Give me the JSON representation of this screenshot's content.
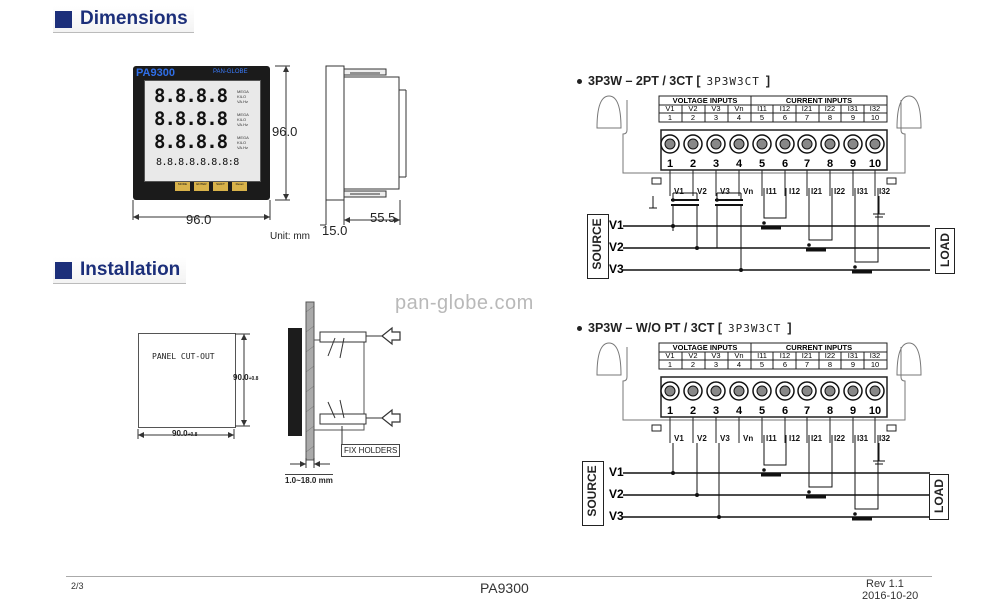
{
  "sections": {
    "dimensions": "Dimensions",
    "installation": "Installation"
  },
  "meter": {
    "model": "PA9300",
    "brand": "PAN-GLOBE",
    "digits": "8.8.8.8",
    "bottom_digits": "8.8.8.8.8.8.8:8",
    "side_labels": [
      "MEGA",
      "KILO",
      "VA.Hz"
    ],
    "buttons": [
      "MODE",
      "ENTER",
      "SHIFT",
      "Reset"
    ]
  },
  "dims": {
    "height": "96.0",
    "width": "96.0",
    "depth_front": "15.0",
    "depth_body": "55.5",
    "unit": "Unit: mm"
  },
  "install": {
    "cutout_label": "PANEL CUT-OUT",
    "cutout_h": "90.0",
    "cutout_w": "90.0",
    "tolerance": "+0.8",
    "fix_holders": "FIX HOLDERS",
    "panel_thickness": "1.0~18.0 mm"
  },
  "wiring": [
    {
      "title": "3P3W – 2PT / 3CT [",
      "code": "3P3W3CT",
      "close": "]"
    },
    {
      "title": "3P3W – W/O  PT / 3CT [",
      "code": "3P3W3CT",
      "close": "]"
    }
  ],
  "terminals": {
    "voltage_header": "VOLTAGE INPUTS",
    "current_header": "CURRENT INPUTS",
    "names": [
      "V1",
      "V2",
      "V3",
      "Vn",
      "I11",
      "I12",
      "I21",
      "I22",
      "I31",
      "I32"
    ],
    "numbers": [
      "1",
      "2",
      "3",
      "4",
      "5",
      "6",
      "7",
      "8",
      "9",
      "10"
    ]
  },
  "lines": {
    "phases": [
      "V1",
      "V2",
      "V3"
    ],
    "source": "SOURCE",
    "load": "LOAD"
  },
  "watermark": "pan-globe.com",
  "footer": {
    "page": "2/3",
    "model": "PA9300",
    "rev": "Rev 1.1",
    "date": "2016-10-20"
  }
}
